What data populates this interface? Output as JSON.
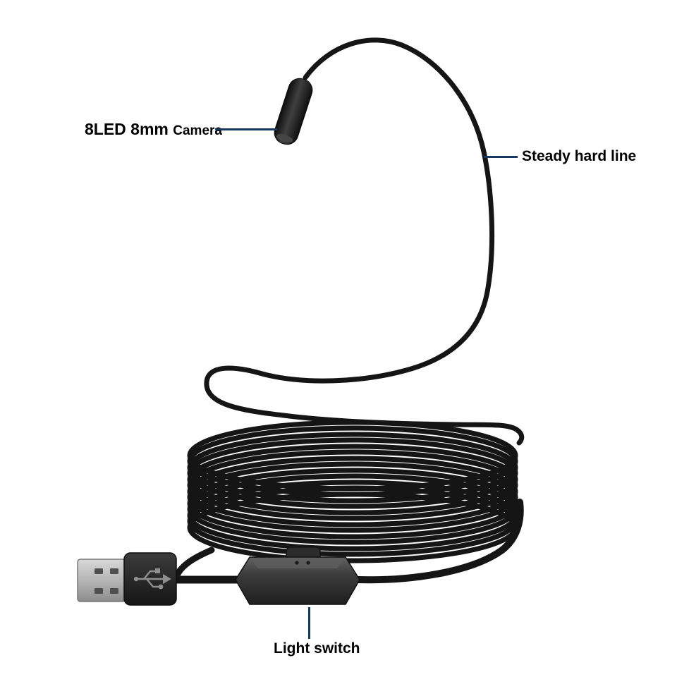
{
  "page": {
    "background": "#ffffff"
  },
  "callouts": {
    "camera": {
      "text_primary": "8LED 8mm",
      "text_secondary": "Camera"
    },
    "hard_line": {
      "text": "Steady hard line"
    },
    "light_switch": {
      "text": "Light switch"
    }
  },
  "colors": {
    "callout_line": "#17375e",
    "label_text": "#000000",
    "cable": "#151515",
    "usb_metal": "#c2c2c2",
    "usb_body": "#1e1e1e",
    "switch_body": "#3d3d3d"
  }
}
